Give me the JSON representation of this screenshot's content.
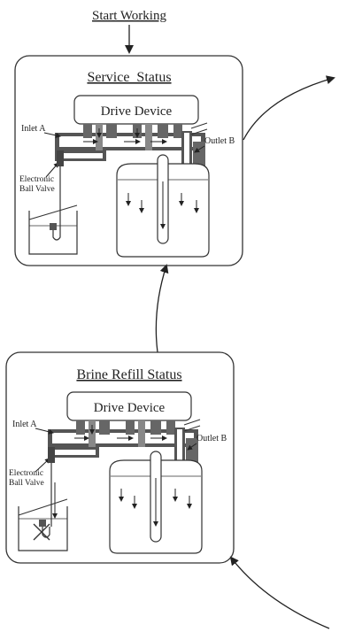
{
  "header": {
    "start_label": "Start Working"
  },
  "panels": [
    {
      "title": "Service  Status",
      "drive_label": "Drive Device",
      "inlet_label": "Inlet A",
      "outlet_label": "Outlet B",
      "valve_label_line1": "Electronic",
      "valve_label_line2": "Ball Valve"
    },
    {
      "title": "Brine Refill Status",
      "drive_label": "Drive Device",
      "inlet_label": "Inlet A",
      "outlet_label": "Outlet B",
      "valve_label_line1": "Electronic",
      "valve_label_line2": "Ball Valve"
    }
  ]
}
